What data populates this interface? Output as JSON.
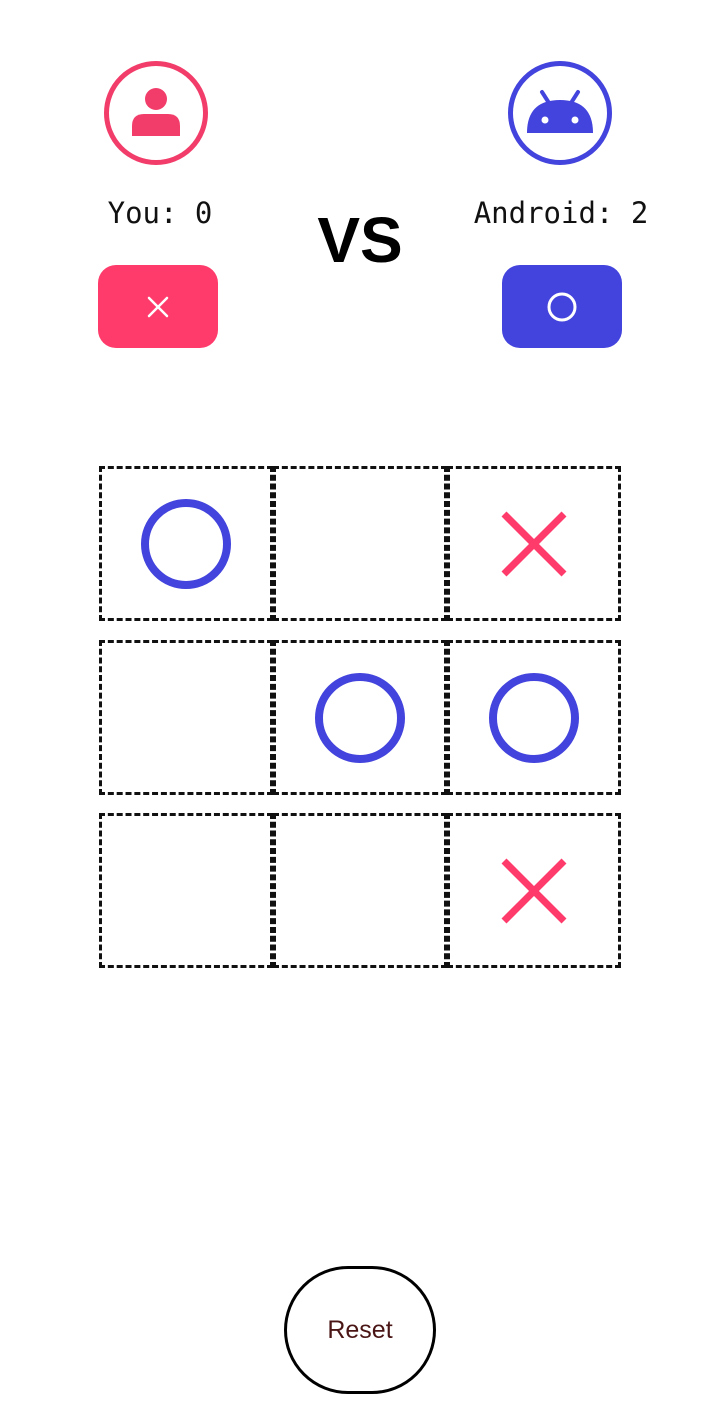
{
  "players": {
    "you": {
      "score_text": "You: 0",
      "avatar_icon": "person-icon",
      "symbol": "×",
      "color": "#ff3b6b"
    },
    "android": {
      "score_text": "Android: 2",
      "avatar_icon": "android-icon",
      "symbol": "○",
      "color": "#4343dd"
    }
  },
  "vs_label": "VS",
  "board": [
    [
      "O",
      "",
      "X"
    ],
    [
      "",
      "O",
      "O"
    ],
    [
      "",
      "",
      "X"
    ]
  ],
  "reset_label": "Reset"
}
